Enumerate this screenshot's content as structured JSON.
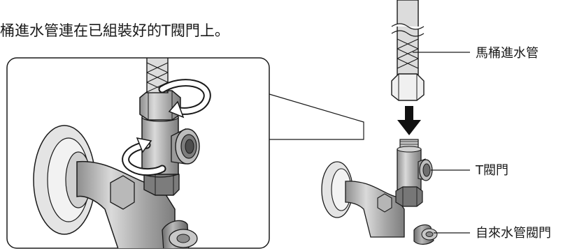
{
  "instruction": "桶進水管連在已組裝好的T閥門上。",
  "labels": {
    "hose": "馬桶進水管",
    "t_valve": "T閥門",
    "supply_valve": "自來水管閥門"
  },
  "colors": {
    "line": "#1a1a1a",
    "body_fill": "#a9a9a9",
    "body_highlight": "#d7d7d7",
    "wall_fill": "#e6e6e6",
    "hose_fill": "#dcdcdc",
    "arrow": "#111111"
  }
}
